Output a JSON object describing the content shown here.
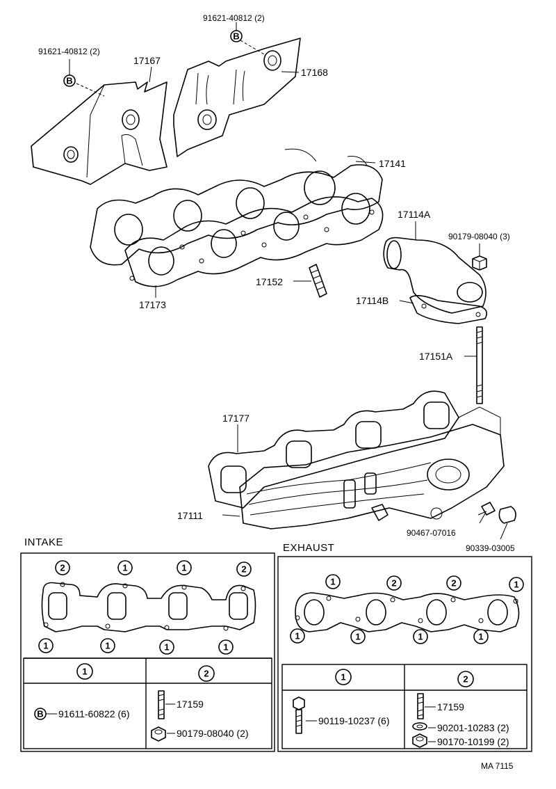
{
  "labels": {
    "bolt_b_left": "91621-40812 (2)",
    "bolt_b_top": "91621-40812 (2)",
    "heat_insulator_left": "17167",
    "heat_insulator_right": "17168",
    "exhaust_gasket": "17141",
    "outlet_pipe": "17114A",
    "outlet_nut": "90179-08040 (3)",
    "stud_small": "17152",
    "intake_gasket": "17173",
    "outlet_gasket": "17114B",
    "stud_long": "17151A",
    "manifold_gasket": "17177",
    "intake_manifold": "17111",
    "clip": "90467-07016",
    "plug": "90339-03005"
  },
  "bolt_symbol": "B",
  "intake": {
    "title": "INTAKE",
    "top_marks": [
      "2",
      "1",
      "1",
      "2"
    ],
    "bottom_marks": [
      "1",
      "1",
      "1",
      "1"
    ],
    "col1_header": "1",
    "col2_header": "2",
    "col1_part": "91611-60822 (6)",
    "col2_stud": "17159",
    "col2_nut": "90179-08040 (2)"
  },
  "exhaust": {
    "title": "EXHAUST",
    "top_marks": [
      "1",
      "2",
      "2",
      "1"
    ],
    "bottom_marks": [
      "1",
      "1",
      "1",
      "1"
    ],
    "col1_header": "1",
    "col2_header": "2",
    "col1_part": "90119-10237 (6)",
    "col2_stud": "17159",
    "col2_washer": "90201-10283 (2)",
    "col2_nut": "90170-10199 (2)"
  },
  "footer": {
    "code": "MA  7115"
  }
}
